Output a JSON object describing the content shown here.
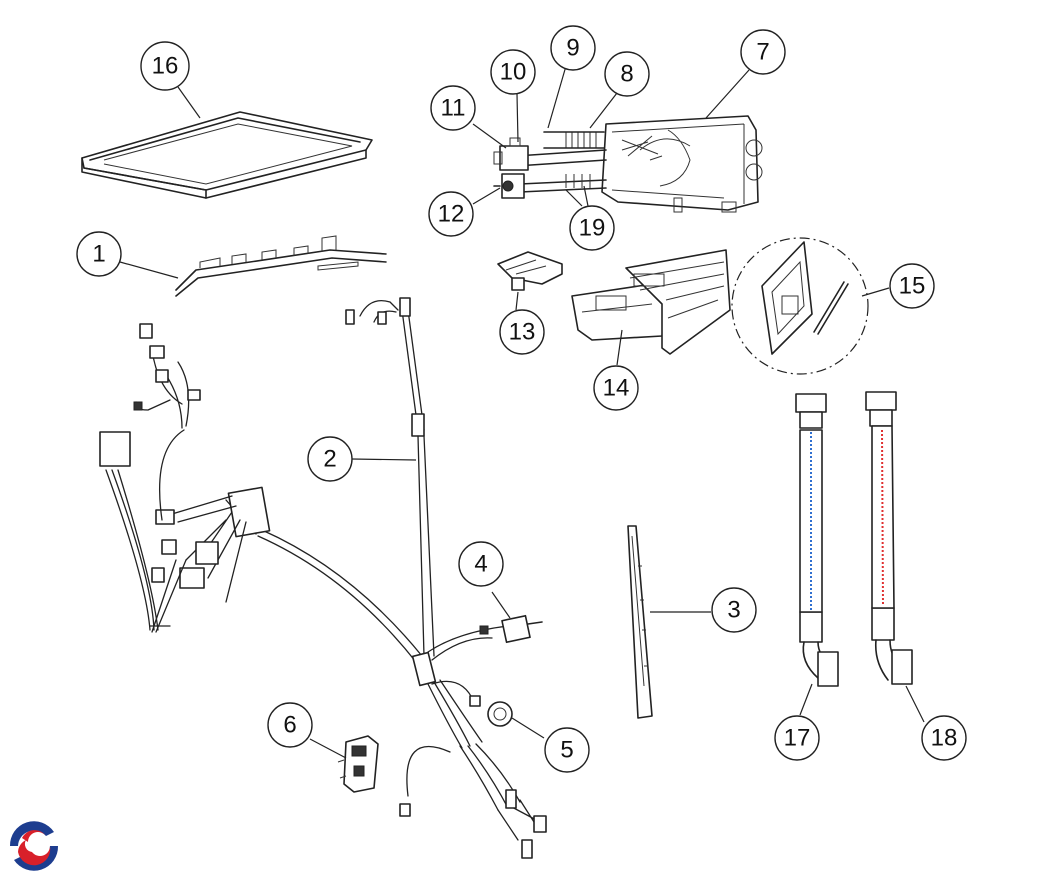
{
  "diagram": {
    "callouts": [
      {
        "id": "c16",
        "number": "16"
      },
      {
        "id": "c1",
        "number": "1"
      },
      {
        "id": "c2",
        "number": "2"
      },
      {
        "id": "c3",
        "number": "3"
      },
      {
        "id": "c4",
        "number": "4"
      },
      {
        "id": "c5",
        "number": "5"
      },
      {
        "id": "c6",
        "number": "6"
      },
      {
        "id": "c7",
        "number": "7"
      },
      {
        "id": "c8",
        "number": "8"
      },
      {
        "id": "c9",
        "number": "9"
      },
      {
        "id": "c10",
        "number": "10"
      },
      {
        "id": "c11",
        "number": "11"
      },
      {
        "id": "c12",
        "number": "12"
      },
      {
        "id": "c13",
        "number": "13"
      },
      {
        "id": "c14",
        "number": "14"
      },
      {
        "id": "c15",
        "number": "15"
      },
      {
        "id": "c17",
        "number": "17"
      },
      {
        "id": "c18",
        "number": "18"
      },
      {
        "id": "c19",
        "number": "19"
      }
    ],
    "colors": {
      "line": "#222222",
      "cold_hose_stripe": "#2f6fd0",
      "hot_hose_stripe": "#e03030",
      "logo_red": "#d8202a",
      "logo_blue": "#1d3d8f"
    }
  }
}
